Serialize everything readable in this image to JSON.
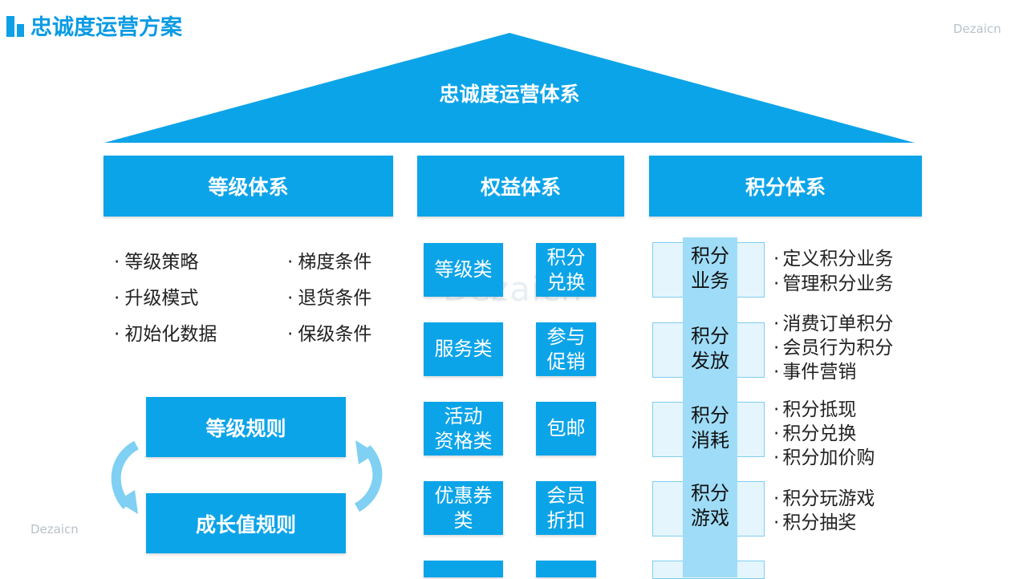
{
  "header": {
    "title": "忠诚度运营方案",
    "brand": "Dezaicn"
  },
  "footer": {
    "brand": "Dezaicn"
  },
  "watermark": "Dezaicn",
  "colors": {
    "primary": "#0ca4e8",
    "title": "#0a9be3",
    "light": "#e4f5fd",
    "column": "#9fdcf7"
  },
  "roof": {
    "label": "忠诚度运营体系"
  },
  "pillars": [
    "等级体系",
    "权益体系",
    "积分体系"
  ],
  "level": {
    "left_items": [
      "等级策略",
      "升级模式",
      "初始化数据"
    ],
    "right_items": [
      "梯度条件",
      "退货条件",
      "保级条件"
    ],
    "rules": [
      "等级规则",
      "成长值规则"
    ]
  },
  "benefit": {
    "left": [
      "等级类",
      "服务类",
      "活动资格类",
      "优惠券类"
    ],
    "right": [
      "积分兑换",
      "参与促销",
      "包邮",
      "会员折扣"
    ]
  },
  "points": {
    "groups": [
      {
        "label_l1": "积分",
        "label_l2": "业务",
        "items": [
          "定义积分业务",
          "管理积分业务"
        ]
      },
      {
        "label_l1": "积分",
        "label_l2": "发放",
        "items": [
          "消费订单积分",
          "会员行为积分",
          "事件营销"
        ]
      },
      {
        "label_l1": "积分",
        "label_l2": "消耗",
        "items": [
          "积分抵现",
          "积分兑换",
          "积分加价购"
        ]
      },
      {
        "label_l1": "积分",
        "label_l2": "游戏",
        "items": [
          "积分玩游戏",
          "积分抽奖"
        ]
      }
    ]
  }
}
